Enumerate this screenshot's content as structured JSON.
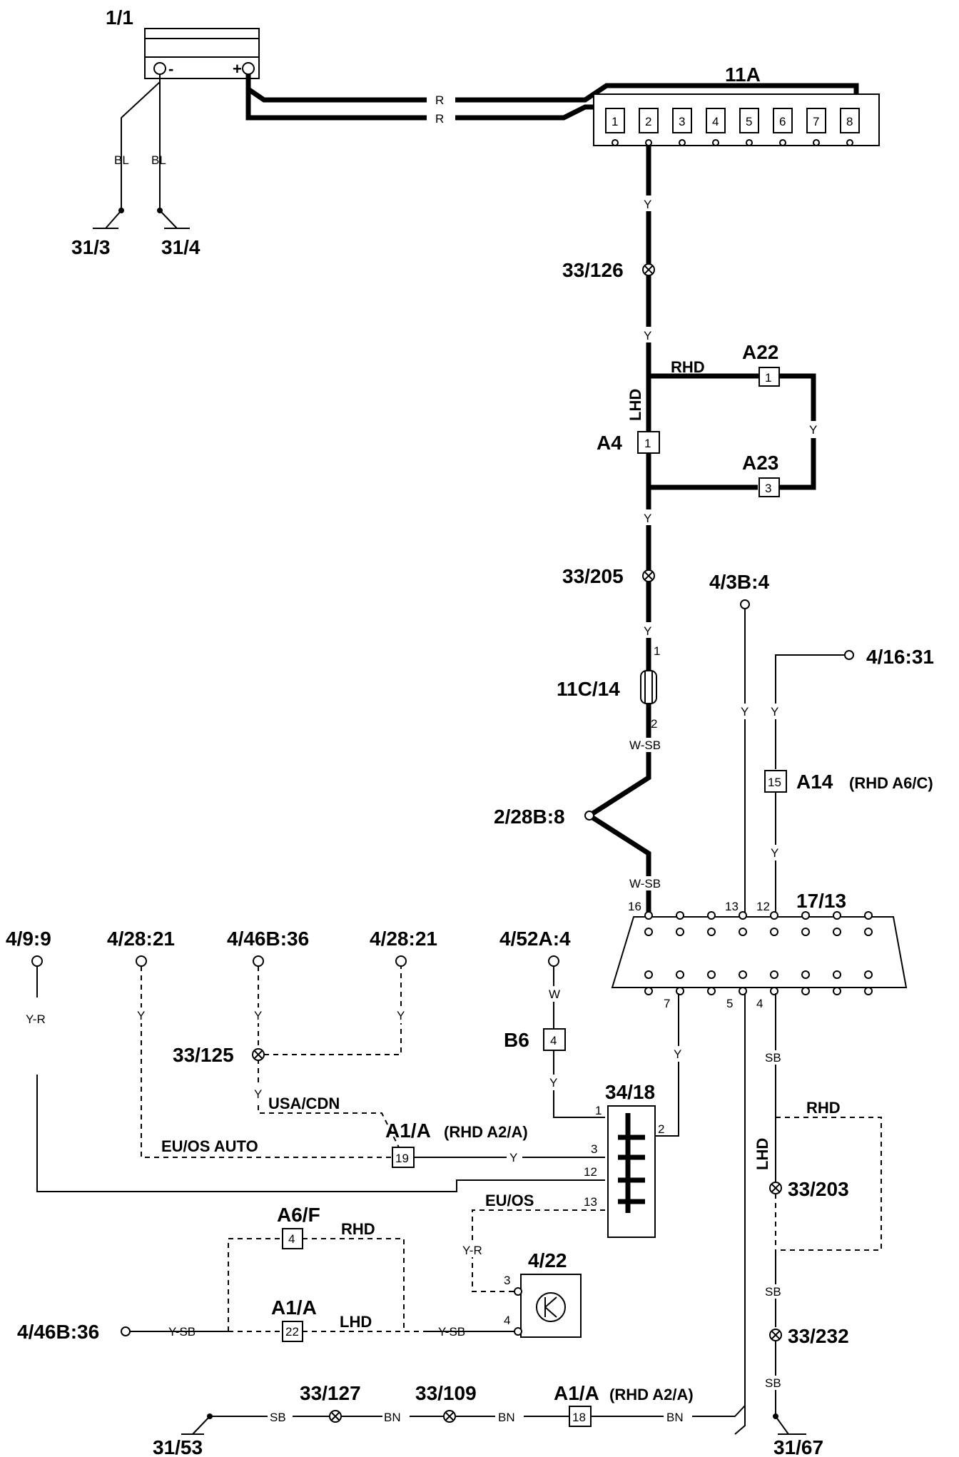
{
  "components": {
    "battery": "1/1",
    "fusebox": "11A",
    "fuse_numbers": [
      "1",
      "2",
      "3",
      "4",
      "5",
      "6",
      "7",
      "8"
    ],
    "fuse": "11C/14",
    "dlc": "17/13",
    "switch": "34/18",
    "relay": "4/22"
  },
  "grounds": [
    "31/3",
    "31/4",
    "31/53",
    "31/67"
  ],
  "splices": [
    "33/126",
    "33/205",
    "33/125",
    "33/203",
    "33/232",
    "33/127",
    "33/109"
  ],
  "connectors": {
    "a22": {
      "name": "A22",
      "pin": "1"
    },
    "a4": {
      "name": "A4",
      "pin": "1"
    },
    "a23": {
      "name": "A23",
      "pin": "3"
    },
    "a14": {
      "name": "A14",
      "note": "(RHD A6/C)",
      "pin": "15"
    },
    "b6": {
      "name": "B6",
      "pin": "4"
    },
    "a1a_19": {
      "name": "A1/A",
      "note": "(RHD A2/A)",
      "pin": "19"
    },
    "a6f": {
      "name": "A6/F",
      "pin": "4"
    },
    "a1a_22": {
      "name": "A1/A",
      "pin": "22"
    },
    "a1a_18": {
      "name": "A1/A",
      "note": "(RHD A2/A)",
      "pin": "18"
    }
  },
  "references": [
    "4/3B:4",
    "4/16:31",
    "2/28B:8",
    "4/9:9",
    "4/28:21",
    "4/46B:36",
    "4/28:21",
    "4/52A:4",
    "4/46B:36"
  ],
  "wire_colors": {
    "r": "R",
    "bl": "BL",
    "y": "Y",
    "wsb": "W-SB",
    "yr": "Y-R",
    "w": "W",
    "sb": "SB",
    "ysb": "Y-SB",
    "bn": "BN"
  },
  "variants": {
    "rhd": "RHD",
    "lhd": "LHD",
    "usa_cdn": "USA/CDN",
    "eu_os_auto": "EU/OS AUTO",
    "eu_os": "EU/OS"
  },
  "pins": {
    "fuse_in": "1",
    "fuse_out": "2",
    "dlc_16": "16",
    "dlc_13": "13",
    "dlc_12": "12",
    "dlc_7": "7",
    "dlc_5": "5",
    "dlc_4": "4",
    "sw_1": "1",
    "sw_2": "2",
    "sw_3": "3",
    "sw_12": "12",
    "sw_13": "13",
    "relay_3": "3",
    "relay_4": "4"
  },
  "battery_terminals": {
    "neg": "-",
    "pos": "+"
  }
}
